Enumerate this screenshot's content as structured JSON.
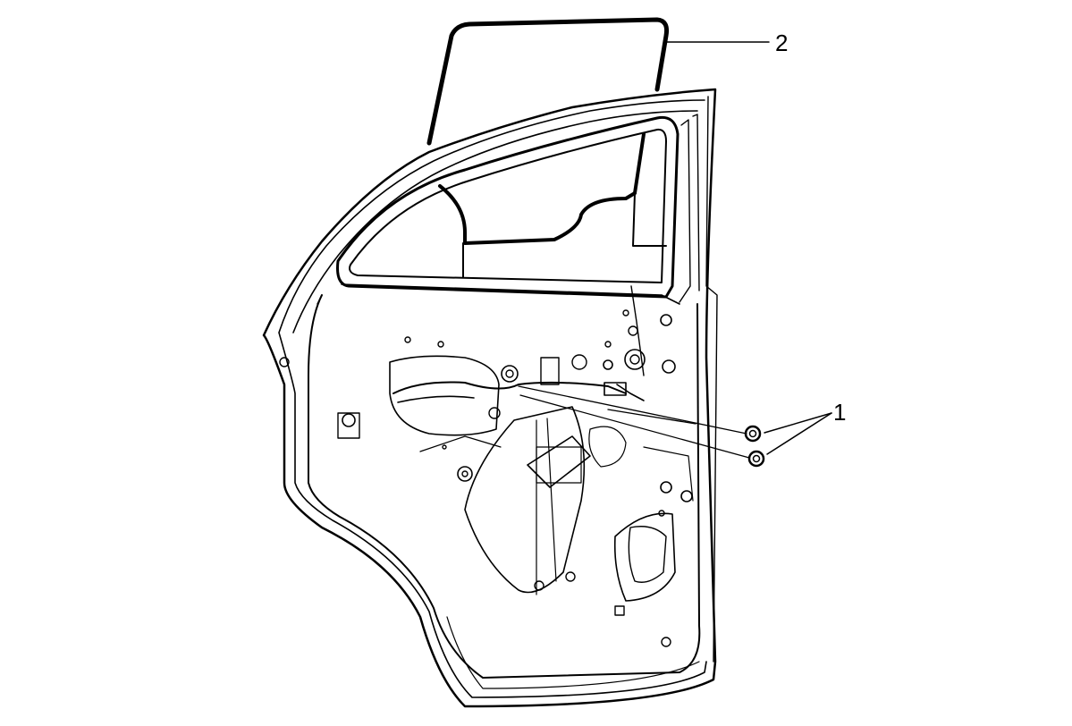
{
  "diagram": {
    "callouts": [
      {
        "id": "1",
        "label": "1"
      },
      {
        "id": "2",
        "label": "2"
      }
    ],
    "parts": {
      "glass": {
        "callout": "2"
      },
      "fasteners": {
        "callout": "1",
        "count": 2
      }
    },
    "colors": {
      "line": "#000000",
      "background": "#ffffff"
    }
  }
}
